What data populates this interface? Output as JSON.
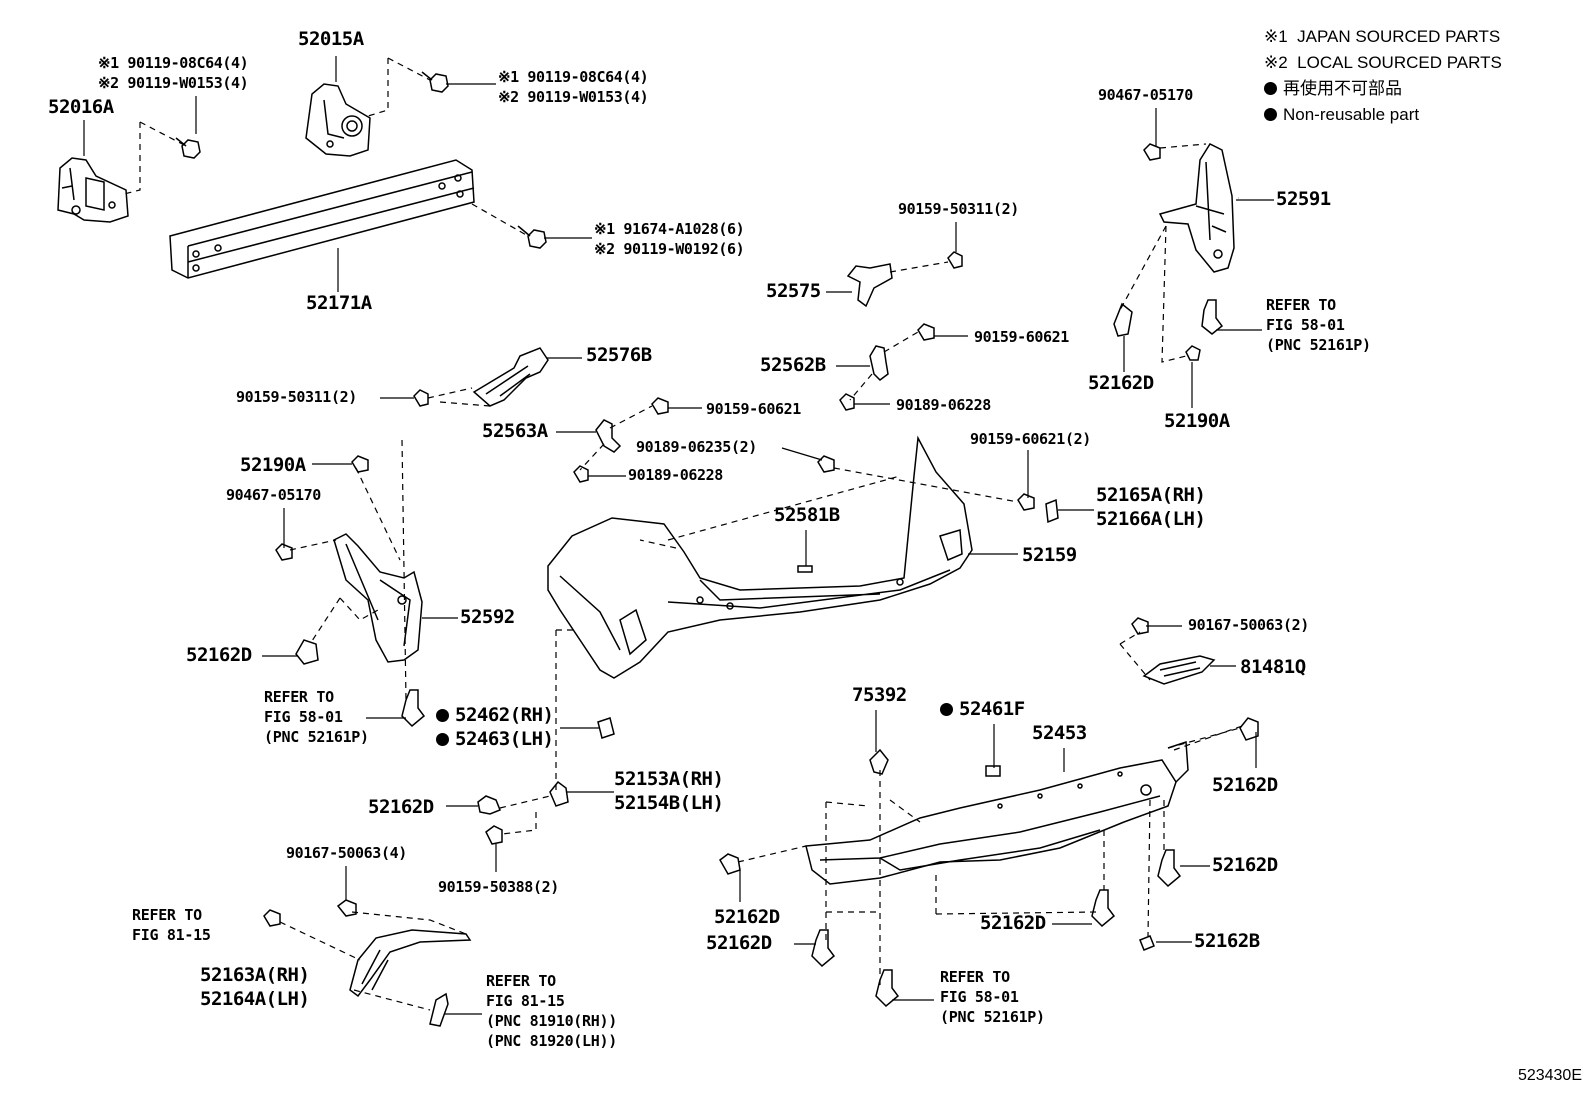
{
  "legend": {
    "note1": "※1  JAPAN SOURCED PARTS",
    "note2": "※2  LOCAL SOURCED PARTS",
    "nonreuse_jp": "再使用不可部品",
    "nonreuse_en": "Non-reusable part"
  },
  "drawing_code": "523430E",
  "labels": {
    "p52016A": "52016A",
    "p52015A": "52015A",
    "b1_a": "※1 90119-08C64(4)",
    "b1_b": "※2 90119-W0153(4)",
    "b2_a": "※1 90119-08C64(4)",
    "b2_b": "※2 90119-W0153(4)",
    "b3_a": "※1 91674-A1028(6)",
    "b3_b": "※2 90119-W0192(6)",
    "p52171A": "52171A",
    "p90159_50311_top": "90159-50311(2)",
    "p52575": "52575",
    "p90467_05170_r": "90467-05170",
    "p52591": "52591",
    "ref_r1": "REFER TO",
    "ref_r2": "FIG 58-01",
    "ref_r3": "(PNC 52161P)",
    "p52162D_r": "52162D",
    "p52190A_r": "52190A",
    "p52576B": "52576B",
    "p90159_50311_l": "90159-50311(2)",
    "p52562B": "52562B",
    "p90159_60621_a": "90159-60621",
    "p90189_06228_a": "90189-06228",
    "p52563A": "52563A",
    "p90159_60621_b": "90159-60621",
    "p90189_06235": "90189-06235(2)",
    "p90189_06228_b": "90189-06228",
    "p90159_60621_c": "90159-60621(2)",
    "p52165A": "52165A(RH)",
    "p52166A": "52166A(LH)",
    "p52581B": "52581B",
    "p52159": "52159",
    "p52190A_l": "52190A",
    "p90467_05170_l": "90467-05170",
    "p52592": "52592",
    "p52162D_l": "52162D",
    "ref_l1": "REFER TO",
    "ref_l2": "FIG 58-01",
    "ref_l3": "(PNC 52161P)",
    "p52462": "52462(RH)",
    "p52463": "52463(LH)",
    "p90167_50063_r": "90167-50063(2)",
    "p81481Q": "81481Q",
    "p75392": "75392",
    "p52461F": "52461F",
    "p52453": "52453",
    "p52162D_rr": "52162D",
    "p52153A": "52153A(RH)",
    "p52154B": "52154B(LH)",
    "p52162D_m": "52162D",
    "p90159_50388": "90159-50388(2)",
    "p90167_50063_l": "90167-50063(4)",
    "ref_f1": "REFER TO",
    "ref_f2": "FIG 81-15",
    "p52163A": "52163A(RH)",
    "p52164A": "52164A(LH)",
    "ref_g1": "REFER TO",
    "ref_g2": "FIG 81-15",
    "ref_g3": "(PNC 81910(RH))",
    "ref_g4": "(PNC 81920(LH))",
    "p52162D_b1": "52162D",
    "p52162D_b2": "52162D",
    "ref_b1": "REFER TO",
    "ref_b2": "FIG 58-01",
    "ref_b3": "(PNC 52161P)",
    "p52162D_b3": "52162D",
    "p52162D_b4": "52162D",
    "p52162B": "52162B"
  }
}
